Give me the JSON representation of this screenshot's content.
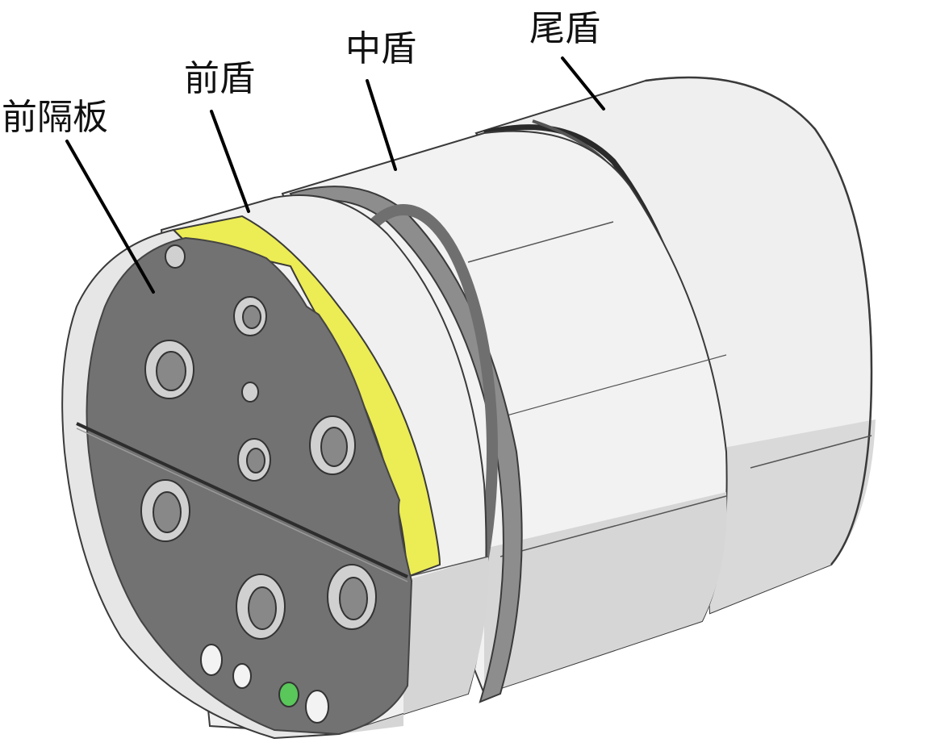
{
  "labels": {
    "front_partition": "前隔板",
    "front_shield": "前盾",
    "middle_shield": "中盾",
    "tail_shield": "尾盾"
  },
  "colors": {
    "partition": "#6f6f6f",
    "partition_edge": "#454545",
    "shield_light": "#f1f1f1",
    "shield_shade": "#d7d7d7",
    "ring": "#8c8c8c",
    "yellow_band": "#ecec55",
    "green_hole": "#59c75a",
    "leader": "#000000"
  }
}
